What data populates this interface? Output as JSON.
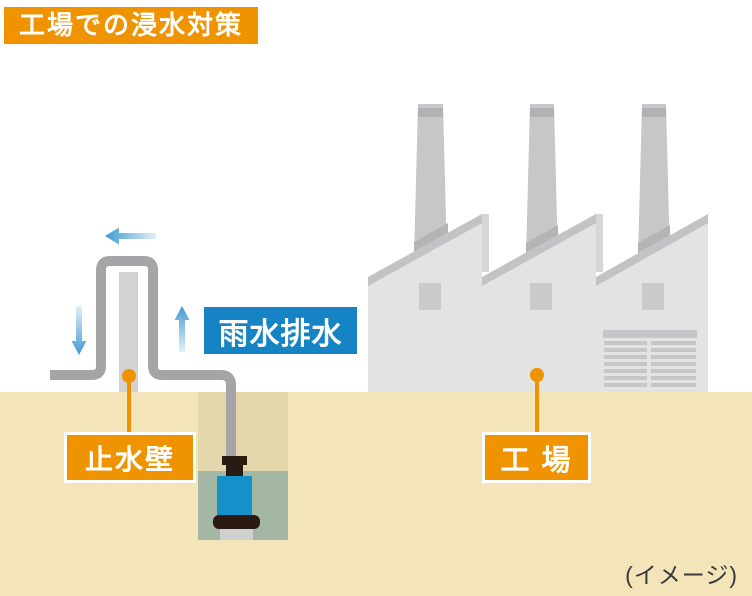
{
  "title_badge": {
    "label": "工場での浸水対策"
  },
  "callouts": {
    "rainwater_drain": {
      "label": "雨水排水"
    },
    "water_stop_wall": {
      "label": "止水壁"
    },
    "factory": {
      "label": "工 場"
    }
  },
  "page": {
    "image_note": "(イメージ)"
  },
  "icons": {
    "arrow_left": "arrow-left-icon",
    "arrow_down": "arrow-down-icon",
    "arrow_up": "arrow-up-icon",
    "callout_dot": "callout-dot-icon"
  },
  "colors": {
    "accent_orange": "#f09300",
    "accent_blue": "#1583c4",
    "arrow_blue": "#3f9ad3",
    "pipe_gray": "#a5a5a7",
    "wall_gray": "#d2d2d4",
    "ground_sand": "#f3e4ba",
    "pit_sand": "#e5d7ac",
    "water_green": "#a3b7a4",
    "factory_body": "#e3e3e4",
    "roof_edge": "#c3c3c5",
    "valley_shadow": "#d6d6d8",
    "chimney_gray": "#c7c7c9",
    "chimney_band": "#b2b2b4",
    "chimney_shadow": "#b4b4b6",
    "window_gray": "#cbcbcd",
    "shutter_gray": "#c6c6c8",
    "pump_blue": "#1590ca",
    "pump_dark": "#2a1b12",
    "pump_base": "#d0d0d0",
    "note_text": "#3a3a3a"
  }
}
